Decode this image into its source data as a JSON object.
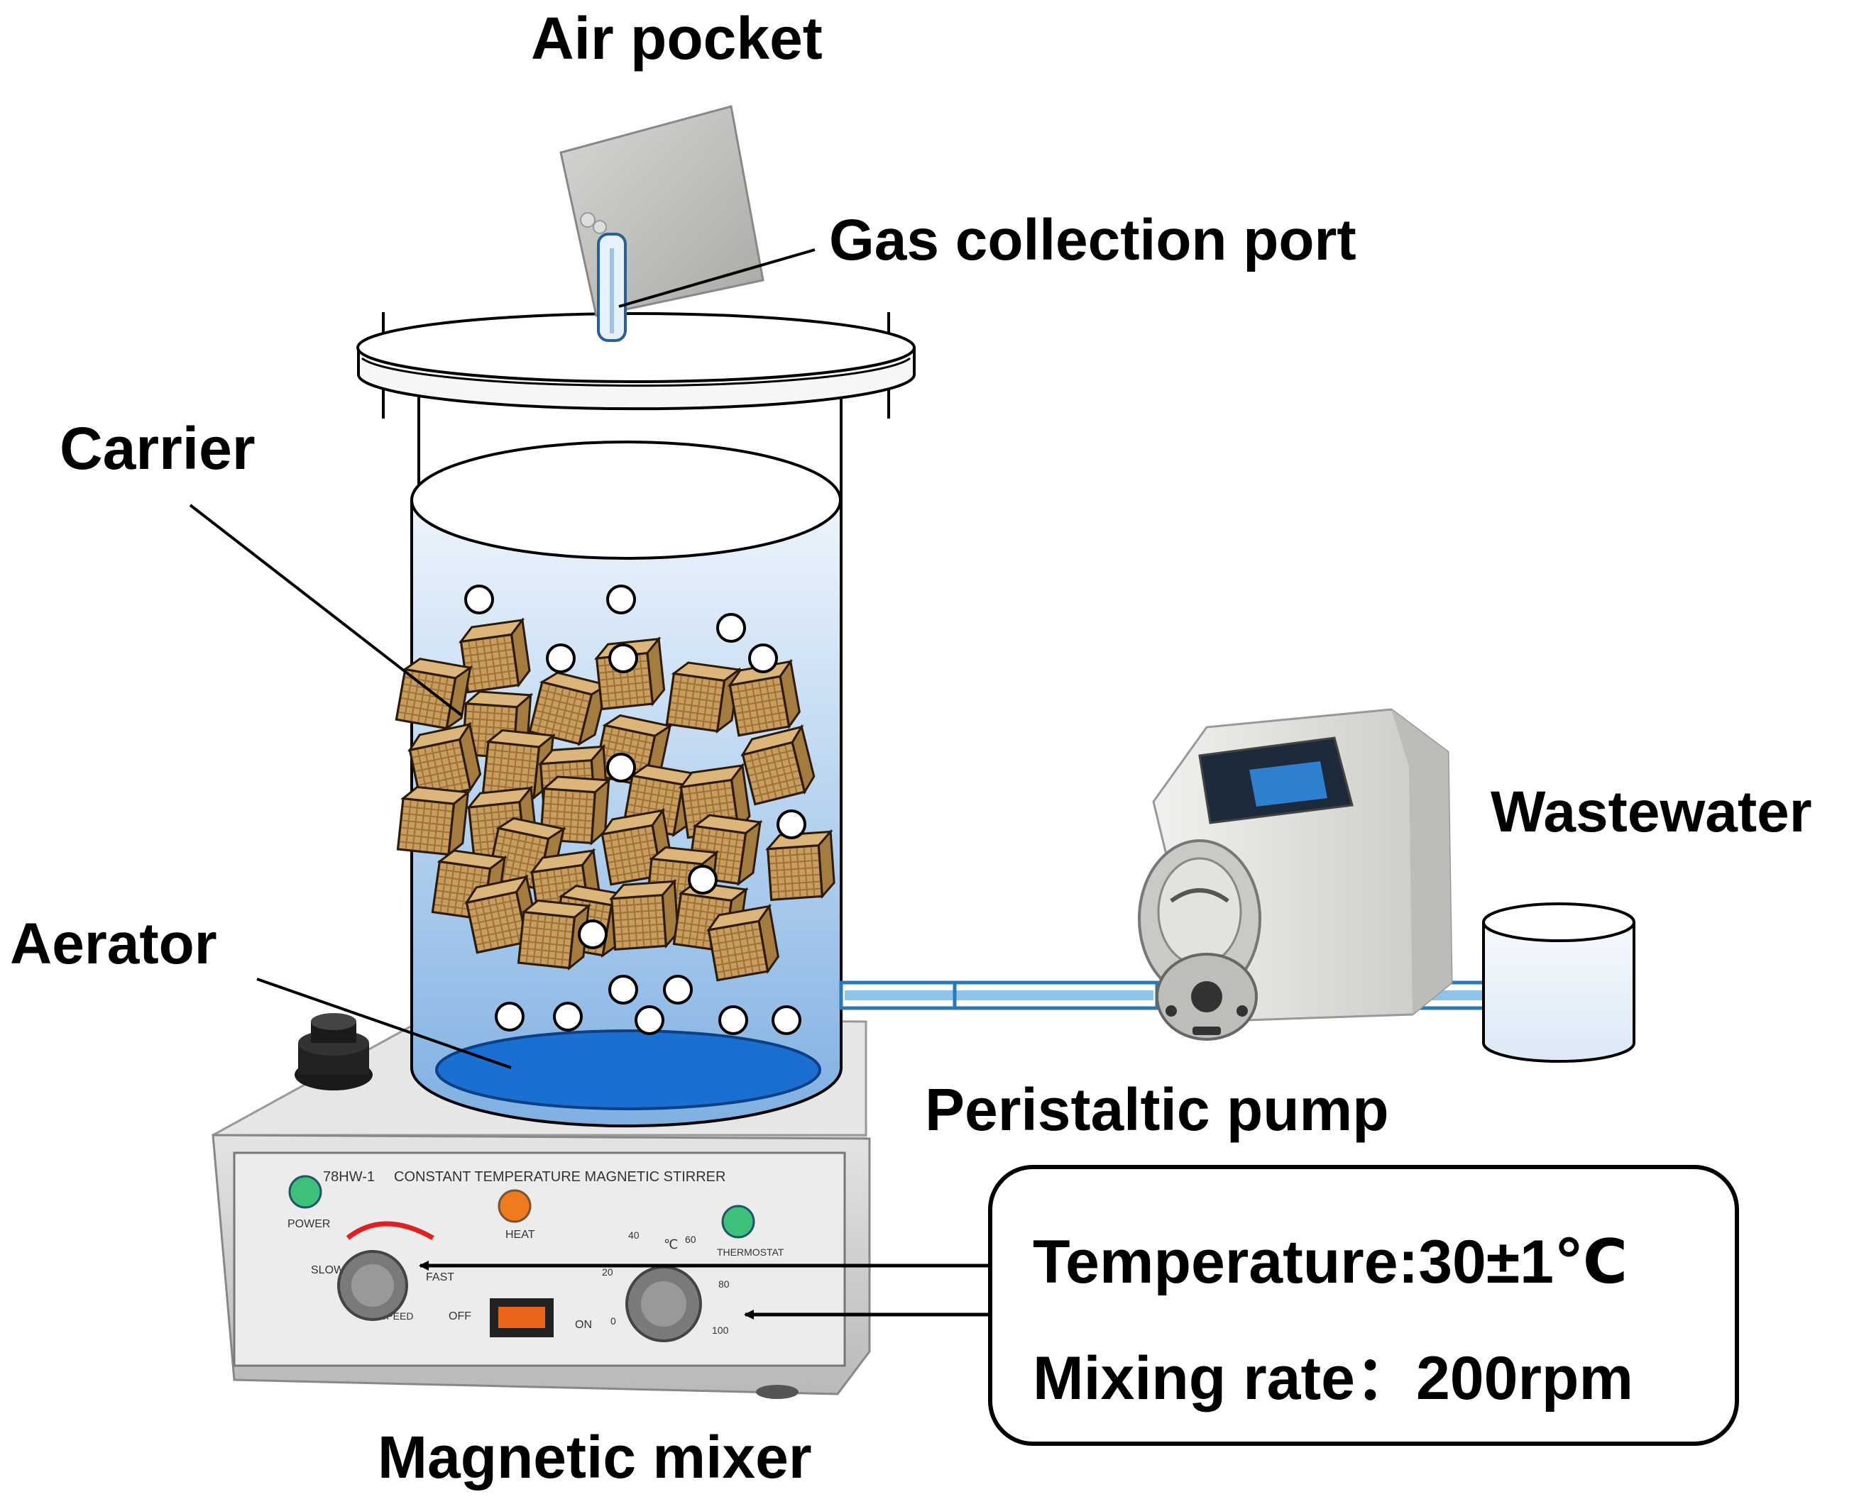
{
  "labels": {
    "air_pocket": "Air pocket",
    "gas_port": "Gas collection port",
    "carrier": "Carrier",
    "aerator": "Aerator",
    "wastewater": "Wastewater",
    "pump": "Peristaltic pump",
    "mixer": "Magnetic mixer"
  },
  "conditions": {
    "temperature": "Temperature:30±1℃",
    "mixing_rate": "Mixing rate：200rpm"
  },
  "stirrer_panel": {
    "model": "78HW-1",
    "title": "CONSTANT TEMPERATURE MAGNETIC STIRRER",
    "power": "POWER",
    "heat": "HEAT",
    "thermostat": "THERMOSTAT",
    "slow": "SLOW",
    "fast": "FAST",
    "speed": "SPEED",
    "off": "OFF",
    "on": "ON",
    "deg_unit": "℃",
    "dial_ticks": [
      "0",
      "20",
      "40",
      "60",
      "80",
      "100"
    ]
  },
  "colors": {
    "water_top": "#e9f2fb",
    "water_bottom": "#8fb7e3",
    "aerator": "#1a6fd0",
    "carrier": "#c49a5c",
    "tube": "#8ec3ea",
    "indicator_green": "#3cc07a",
    "indicator_orange": "#f07a1e"
  }
}
